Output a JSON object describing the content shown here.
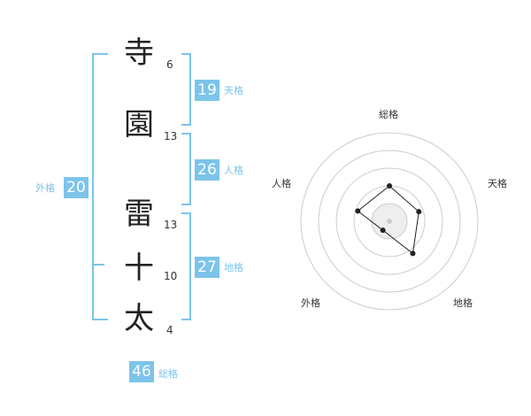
{
  "name_chars": [
    {
      "char": "寺",
      "strokes": "6"
    },
    {
      "char": "園",
      "strokes": "13"
    },
    {
      "char": "雷",
      "strokes": "13"
    },
    {
      "char": "十",
      "strokes": "10"
    },
    {
      "char": "太",
      "strokes": "4"
    }
  ],
  "fortunes": {
    "tenkaku": {
      "label": "天格",
      "value": "19"
    },
    "jinkaku": {
      "label": "人格",
      "value": "26"
    },
    "chikaku": {
      "label": "地格",
      "value": "27"
    },
    "gaikaku": {
      "label": "外格",
      "value": "20"
    },
    "soukaku": {
      "label": "総格",
      "value": "46"
    }
  },
  "radar": {
    "axes": [
      "総格",
      "天格",
      "地格",
      "外格",
      "人格"
    ],
    "levels": [
      0.8,
      0.7,
      0.9,
      0.25,
      0.75
    ],
    "ring_color": "#cccccc",
    "point_color": "#222222"
  }
}
